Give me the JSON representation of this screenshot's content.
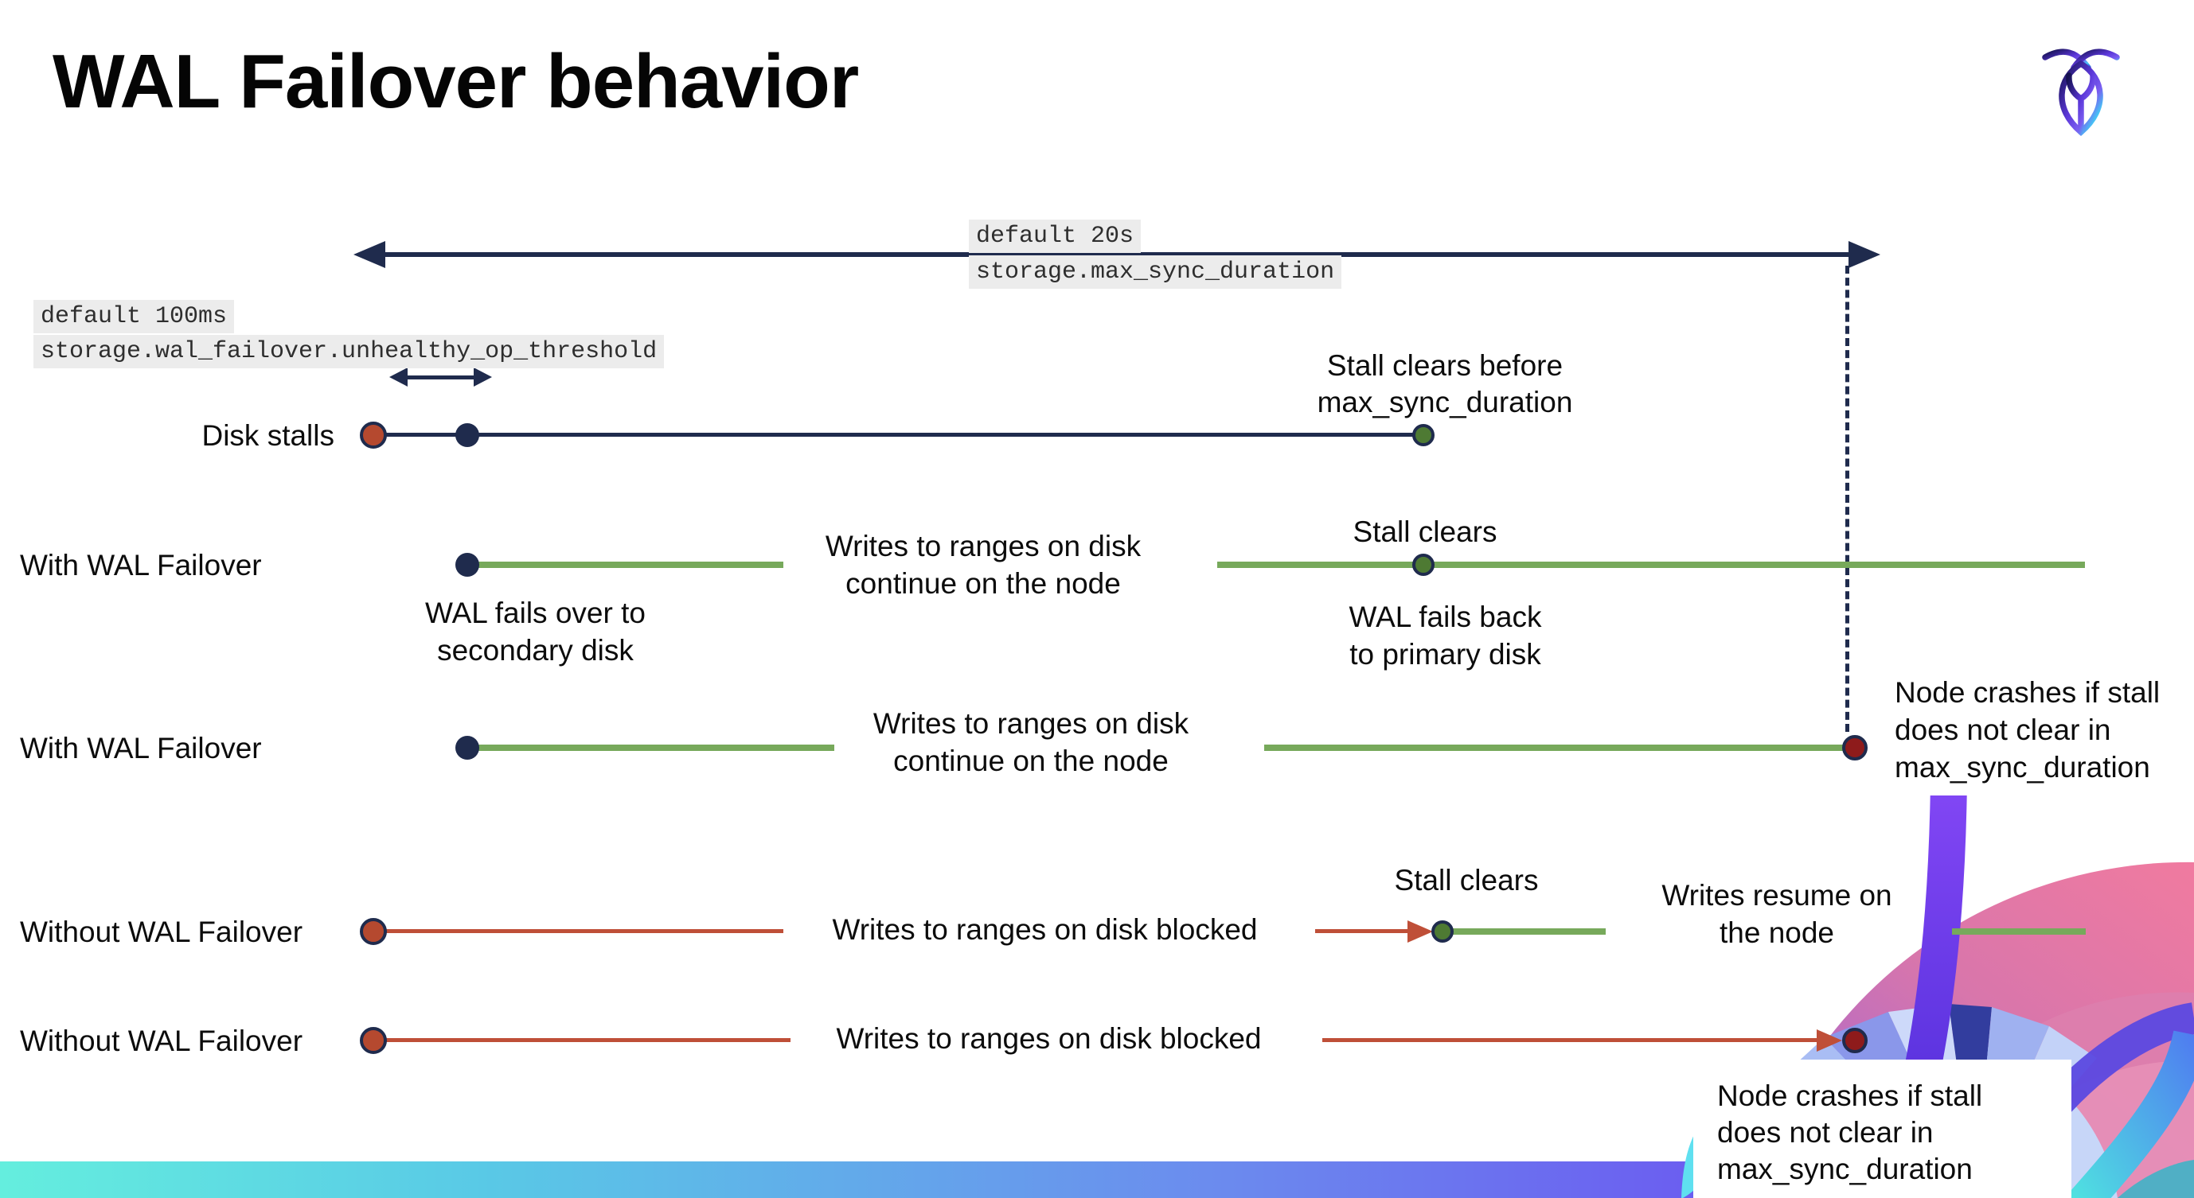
{
  "page": {
    "title": "WAL Failover behavior"
  },
  "logo": {
    "name": "cockroachdb-logo"
  },
  "settings": {
    "max_sync": {
      "default_label": "default 20s",
      "setting_name": "storage.max_sync_duration"
    },
    "threshold": {
      "default_label": "default 100ms",
      "setting_name": "storage.wal_failover.unhealthy_op_threshold"
    }
  },
  "rows": [
    {
      "label": "Disk stalls",
      "stall_note": "Stall clears before\nmax_sync_duration"
    },
    {
      "label": "With WAL Failover",
      "failover_note": "WAL fails over to\nsecondary disk",
      "mid_text": "Writes to ranges on disk\ncontinue on the node",
      "stall_label": "Stall clears",
      "failback_note": "WAL fails  back\nto primary disk"
    },
    {
      "label": "With WAL Failover",
      "mid_text": "Writes to ranges on disk\ncontinue on the node",
      "crash_note": "Node crashes if stall\ndoes not clear in\nmax_sync_duration"
    },
    {
      "label": "Without WAL Failover",
      "mid_text": "Writes to ranges on disk  blocked",
      "stall_label": "Stall clears",
      "resume_note": "Writes resume on\nthe node"
    },
    {
      "label": "Without WAL Failover",
      "mid_text": "Writes to ranges on disk  blocked",
      "crash_note": "Node crashes if stall\ndoes not clear in\nmax_sync_duration"
    }
  ],
  "colors": {
    "navy": "#1f2b4d",
    "green_line": "#77a95b",
    "green_dot": "#4e7a33",
    "red_line": "#bf4f38",
    "red_dot": "#b5492f",
    "dark_red_dot": "#8e1b1b",
    "code_highlight_bg": "#ececec",
    "footer_gradient_start": "#64eede",
    "footer_gradient_end": "#5b2df0"
  }
}
